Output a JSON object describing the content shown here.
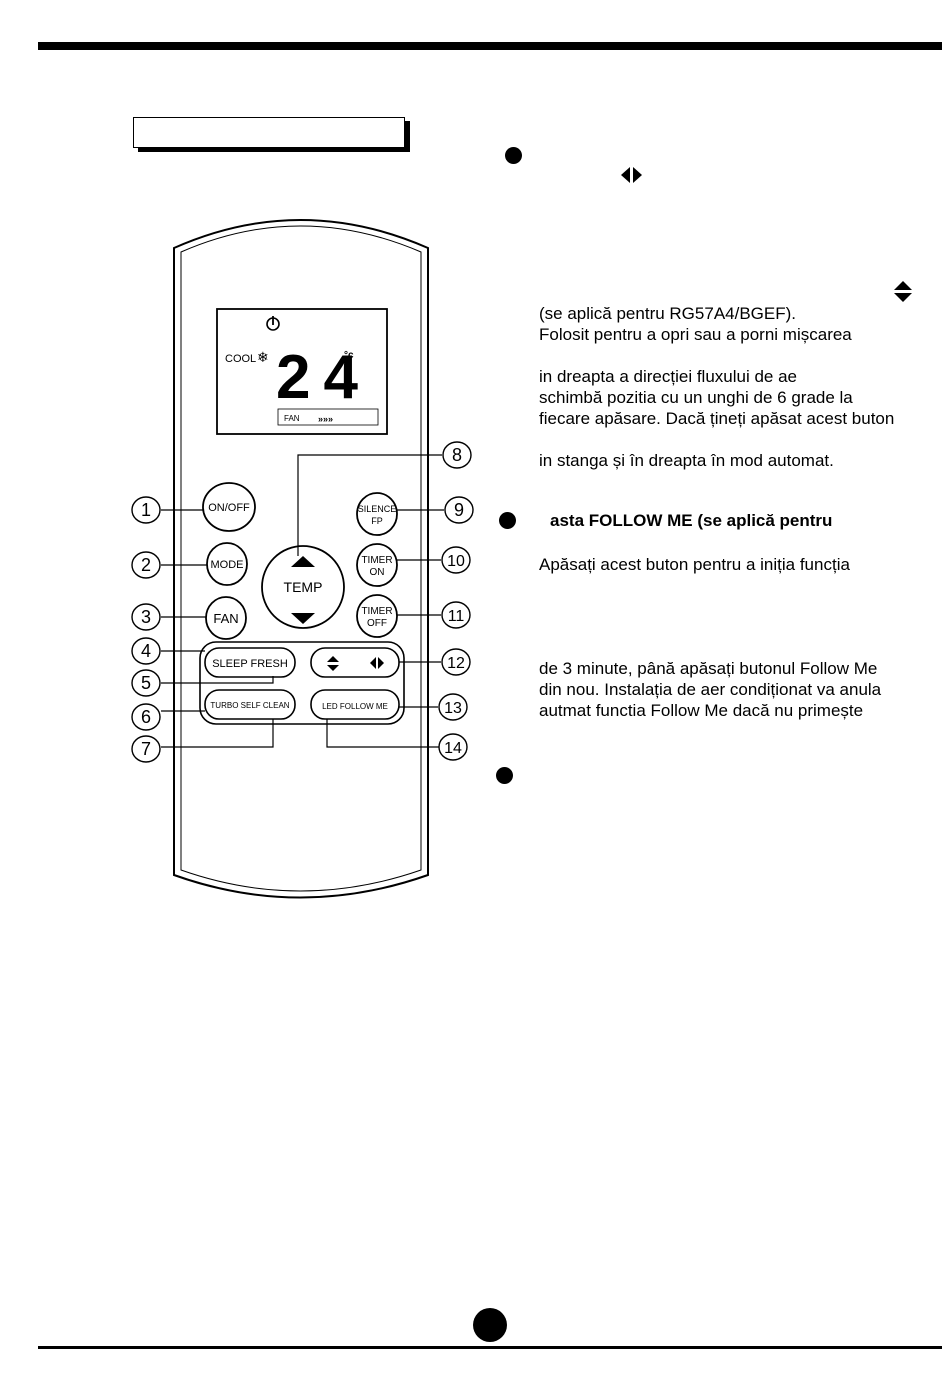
{
  "remote": {
    "display": {
      "mode": "COOL",
      "temperature": "24",
      "unit": "°c",
      "fan_label": "FAN",
      "fan_bars": "»»»"
    },
    "buttons": {
      "on_off": "ON/OFF",
      "mode": "MODE",
      "fan": "FAN",
      "temp": "TEMP",
      "silence_line1": "SILENCE",
      "silence_line2": "FP",
      "timer_on_line1": "TIMER",
      "timer_on_line2": "ON",
      "timer_off_line1": "TIMER",
      "timer_off_line2": "OFF",
      "sleep_fresh": "SLEEP FRESH",
      "turbo_self_clean": "TURBO SELF CLEAN",
      "led_follow_me": "LED FOLLOW ME"
    },
    "callouts": [
      "1",
      "2",
      "3",
      "4",
      "5",
      "6",
      "7",
      "8",
      "9",
      "10",
      "11",
      "12",
      "13",
      "14"
    ]
  },
  "text": {
    "p1": "(se aplică pentru RG57A4/BGEF).",
    "p2": "Folosit pentru a opri sau a porni mișcarea",
    "p3": "in dreapta a direcției fluxului de ae",
    "p4": "schimbă pozitia cu un unghi de  6 grade la",
    "p5": "fiecare apăsare. Dacă țineți apăsat acest buton",
    "p6": "in stanga și în dreapta în mod automat.",
    "heading": "asta FOLLOW ME (se aplică pentru",
    "p7": "Apăsați acest buton pentru a iniția funcția",
    "p8": "de 3 minute, până apăsați butonul Follow Me",
    "p9": "din nou. Instalația de aer condiționat va anula",
    "p10": "autmat functia Follow Me dacă nu primește"
  }
}
